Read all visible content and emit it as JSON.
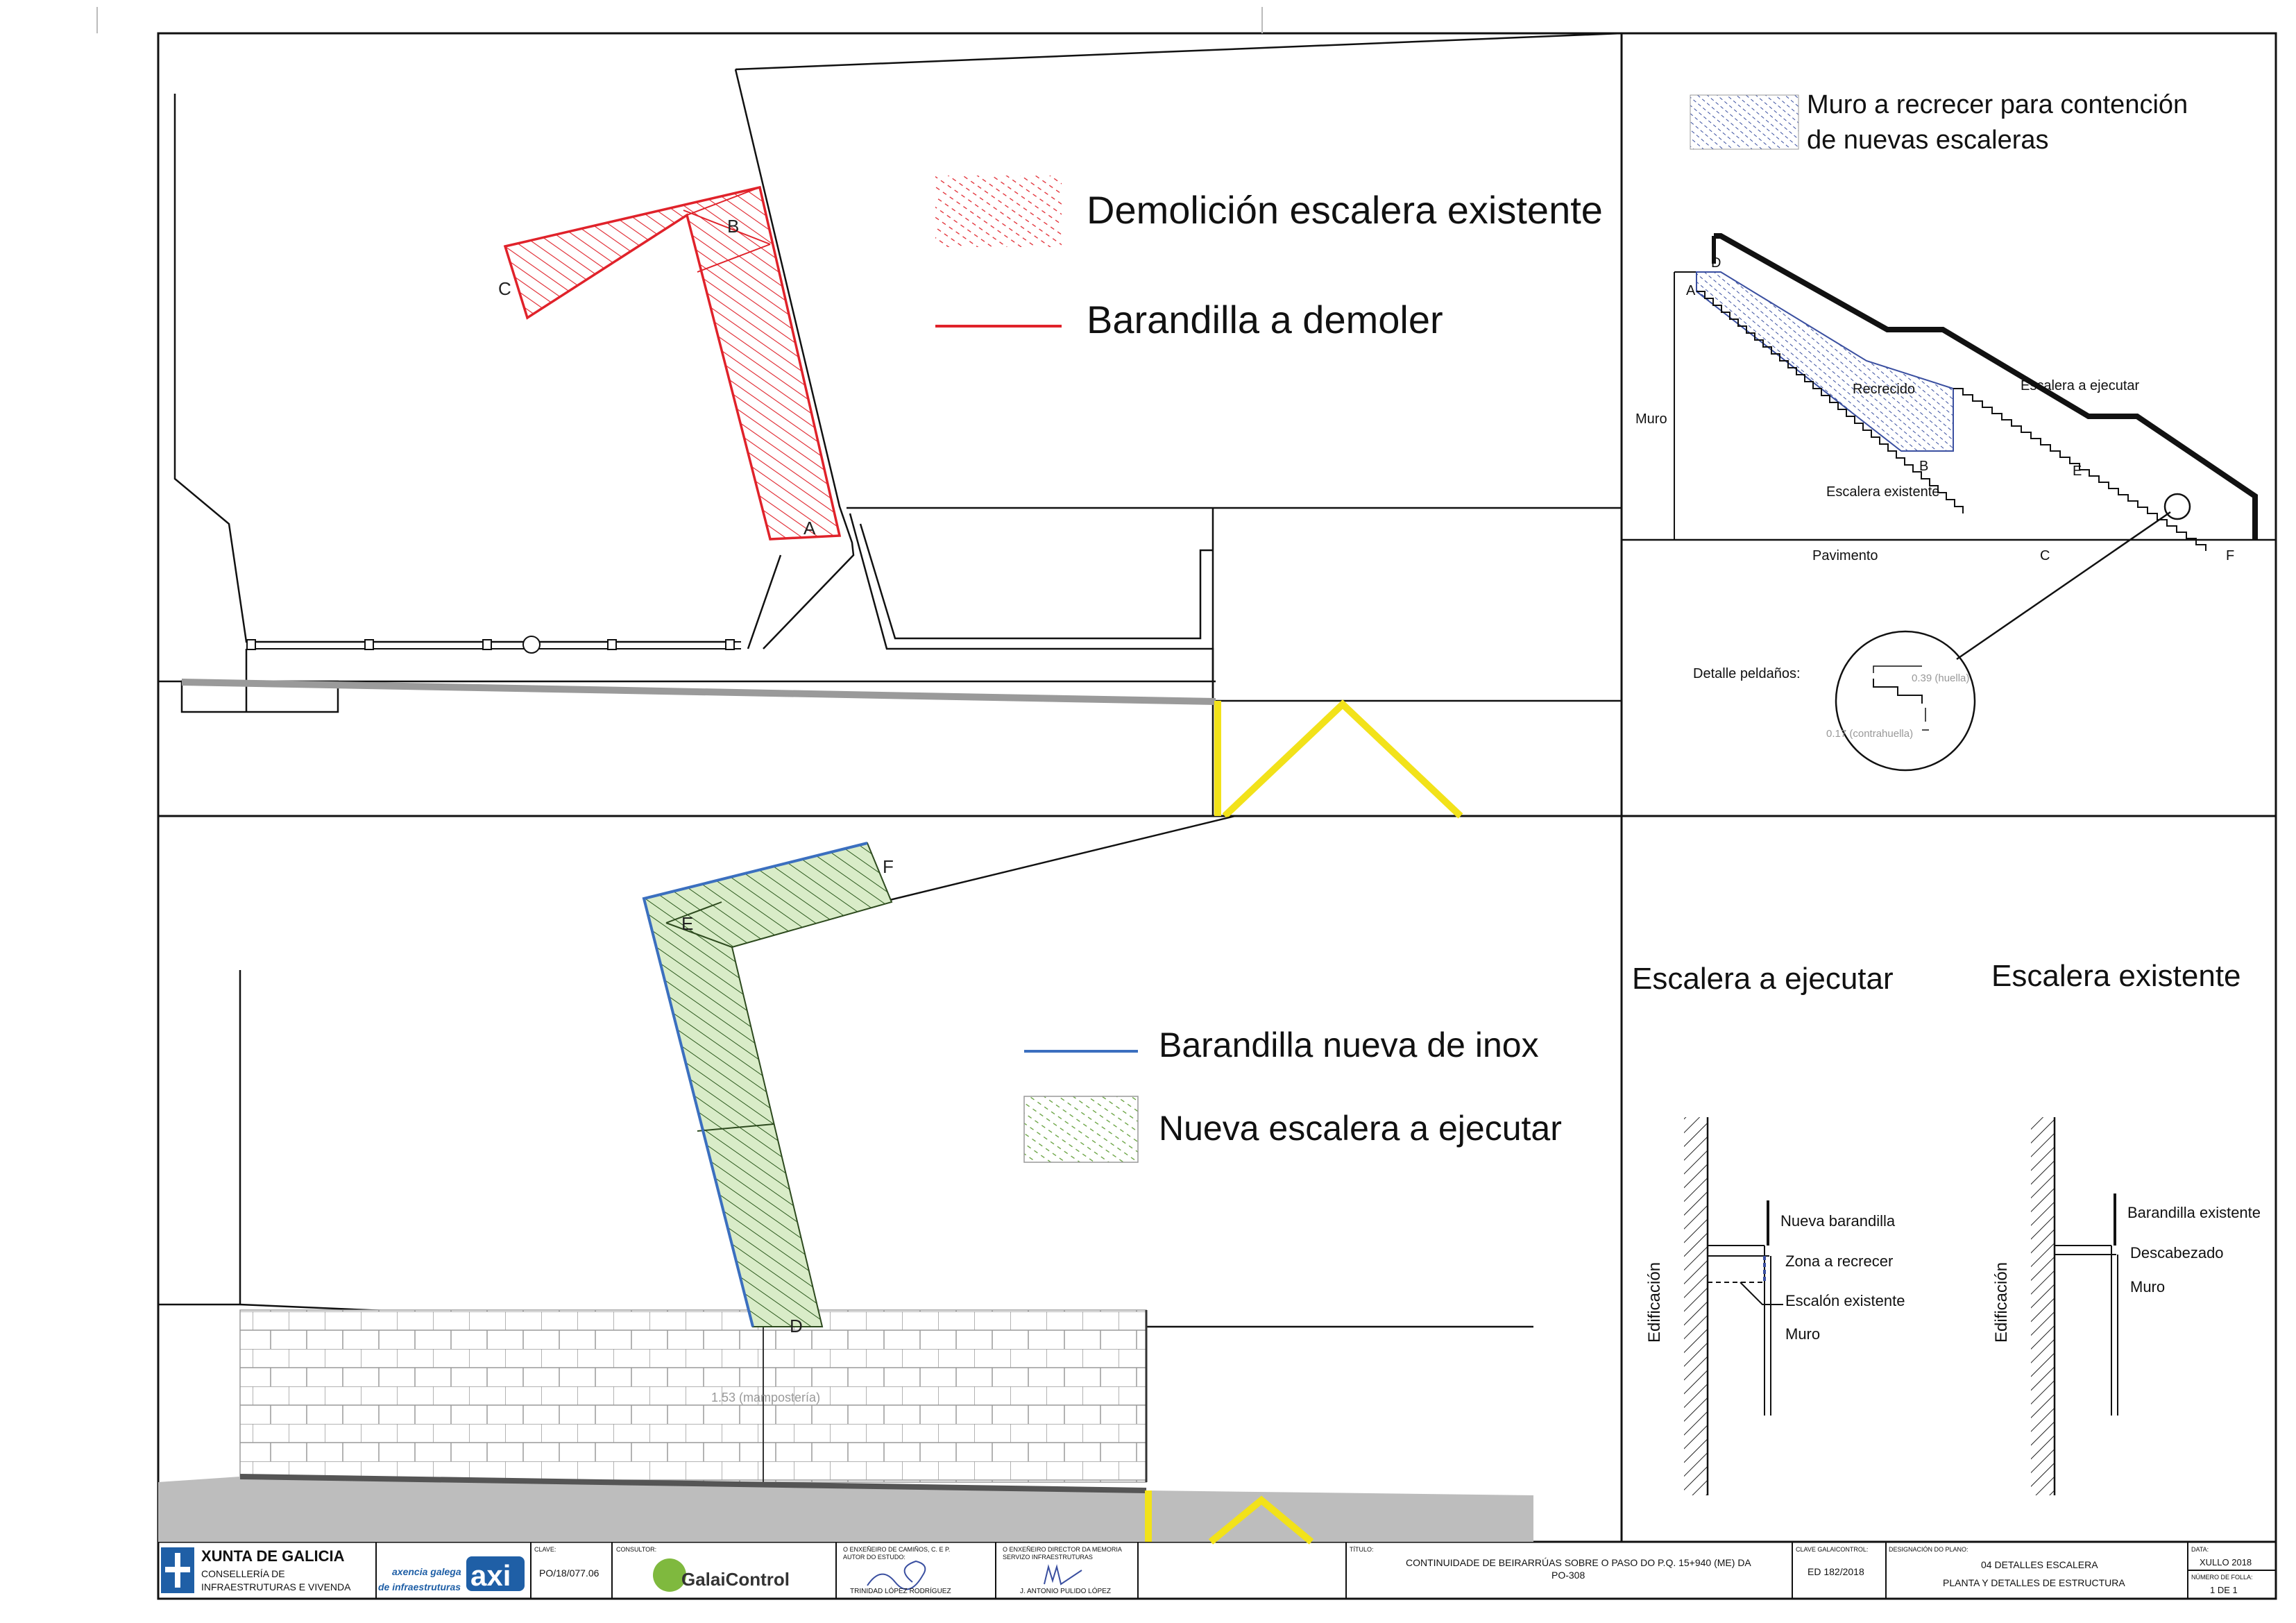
{
  "legend_demolition": {
    "hatch_label": "Demolición escalera existente",
    "line_label": "Barandilla a demoler",
    "color": "#e0222a"
  },
  "legend_new": {
    "line_label": "Barandilla nueva de inox",
    "hatch_label": "Nueva escalera a ejecutar",
    "line_color": "#3b6fbf",
    "hatch_color": "#6aab3c"
  },
  "legend_wall": {
    "label_line1": "Muro a recrecer para contención",
    "label_line2": "de nuevas escaleras",
    "color": "#3a4fa0"
  },
  "plan_points": {
    "a": "A",
    "b": "B",
    "c": "C",
    "d": "D",
    "e": "E",
    "f": "F"
  },
  "plan_new_note": "1.53 (mampostería)",
  "section": {
    "muro": "Muro",
    "pavimento": "Pavimento",
    "recrecido": "Recrecido",
    "escalera_ejecutar": "Escalera a ejecutar",
    "escalera_existente": "Escalera existente",
    "points": {
      "a": "A",
      "b": "B",
      "c": "C",
      "d": "D",
      "e": "E",
      "f": "F"
    },
    "detail_label": "Detalle peldaños:",
    "huella": "0.39 (huella)",
    "contrahuella": "0.17 (contrahuella)"
  },
  "detail_new": {
    "title": "Escalera a ejecutar",
    "edificacion": "Edificación",
    "barandilla": "Nueva barandilla",
    "zona": "Zona a recrecer",
    "escalon": "Escalón existente",
    "muro": "Muro"
  },
  "detail_existing": {
    "title": "Escalera existente",
    "edificacion": "Edificación",
    "barandilla": "Barandilla existente",
    "descabezado": "Descabezado",
    "muro": "Muro"
  },
  "title_block": {
    "org_name": "XUNTA DE GALICIA",
    "org_sub1": "CONSELLERÍA DE",
    "org_sub2": "INFRAESTRUTURAS E VIVENDA",
    "agency_line1": "axencia galega",
    "agency_line2": "de infraestruturas",
    "agency_logo": "axi",
    "clave_label": "CLAVE:",
    "clave_value": "PO/18/077.06",
    "consultor_label": "CONSULTOR:",
    "consultor_value": "GalaiControl",
    "author_label1": "O ENXEÑEIRO DE CAMIÑOS, C. E P.",
    "author_label2": "AUTOR DO ESTUDO:",
    "author_name": "TRINIDAD LÓPEZ RODRÍGUEZ",
    "director_label1": "O ENXEÑEIRO DIRECTOR DA MEMORIA",
    "director_label2": "SERVIZO INFRAESTRUTURAS",
    "director_name": "J. ANTONIO PULIDO LÓPEZ",
    "titulo_label": "TÍTULO:",
    "titulo_line1": "CONTINUIDADE DE BEIRARRÚAS SOBRE O PASO DO P.Q. 15+940 (ME) DA",
    "titulo_line2": "PO-308",
    "clave_gc_label": "CLAVE GALAICONTROL:",
    "clave_gc_value": "ED 182/2018",
    "plano_label": "DESIGNACIÓN DO PLANO:",
    "plano_line1": "04 DETALLES ESCALERA",
    "plano_line2": "PLANTA Y DETALLES DE ESTRUCTURA",
    "data_label": "DATA:",
    "data_value": "XULLO 2018",
    "pagina_label": "NÚMERO DE FOLLA:",
    "pagina_value": "1 DE 1"
  }
}
